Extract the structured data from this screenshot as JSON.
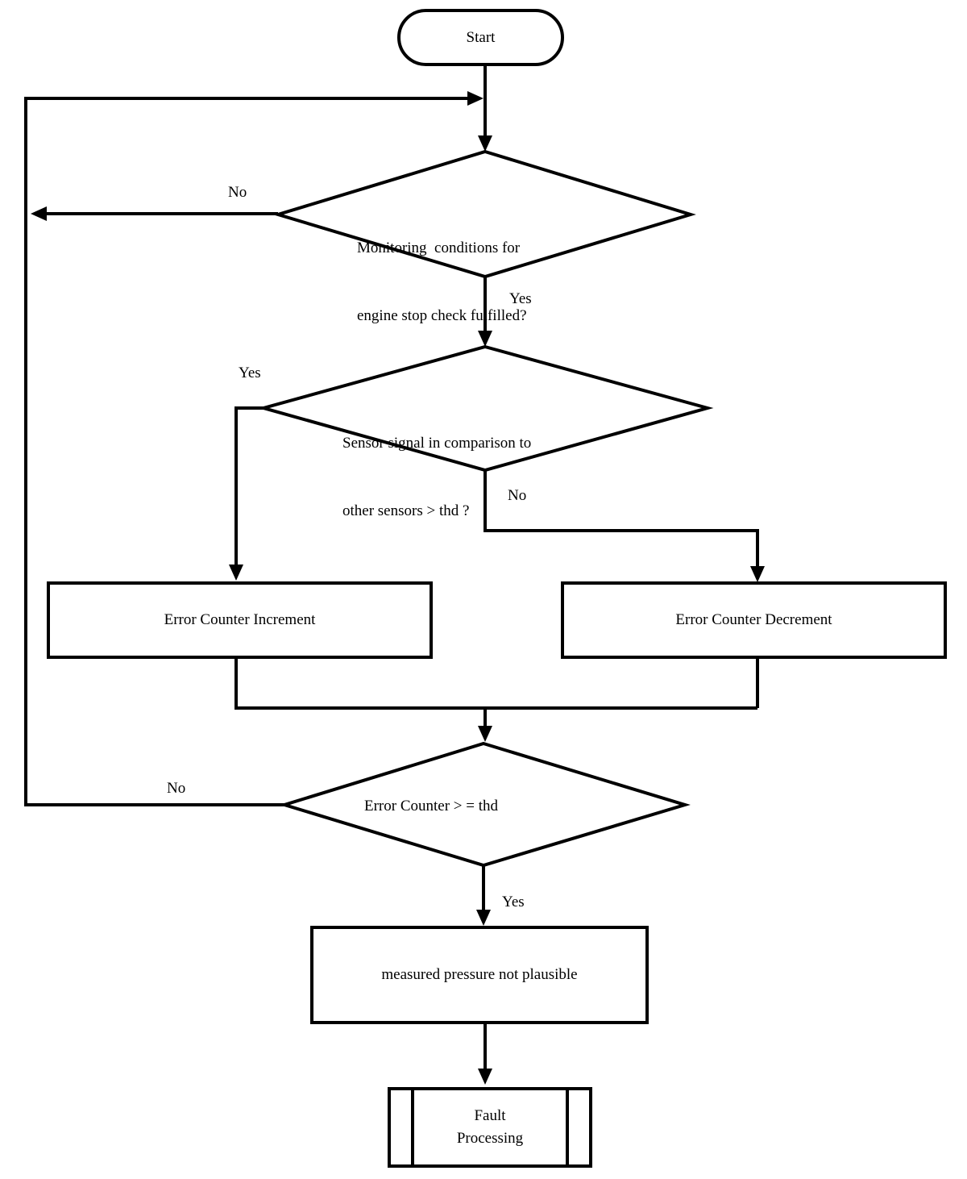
{
  "colors": {
    "line": "#000000",
    "background": "#ffffff",
    "text": "#000000"
  },
  "nodes": {
    "start": {
      "label": "Start",
      "type": "terminator"
    },
    "decision_monitoring": {
      "type": "decision",
      "lines": [
        "Monitoring  conditions for",
        "engine stop check fulfilled?"
      ]
    },
    "decision_sensor": {
      "type": "decision",
      "lines": [
        "Sensor signal in comparison to",
        "other sensors > thd ?"
      ]
    },
    "process_increment": {
      "type": "process",
      "label": "Error Counter Increment"
    },
    "process_decrement": {
      "type": "process",
      "label": "Error Counter Decrement"
    },
    "decision_counter": {
      "type": "decision",
      "label": "Error Counter > = thd"
    },
    "process_not_plausible": {
      "type": "process",
      "label": "measured pressure not plausible"
    },
    "fault_processing": {
      "type": "predefined-process",
      "lines": [
        "Fault",
        "Processing"
      ]
    }
  },
  "edge_labels": {
    "monitoring_no": "No",
    "monitoring_yes": "Yes",
    "sensor_yes": "Yes",
    "sensor_no": "No",
    "counter_no": "No",
    "counter_yes": "Yes"
  }
}
